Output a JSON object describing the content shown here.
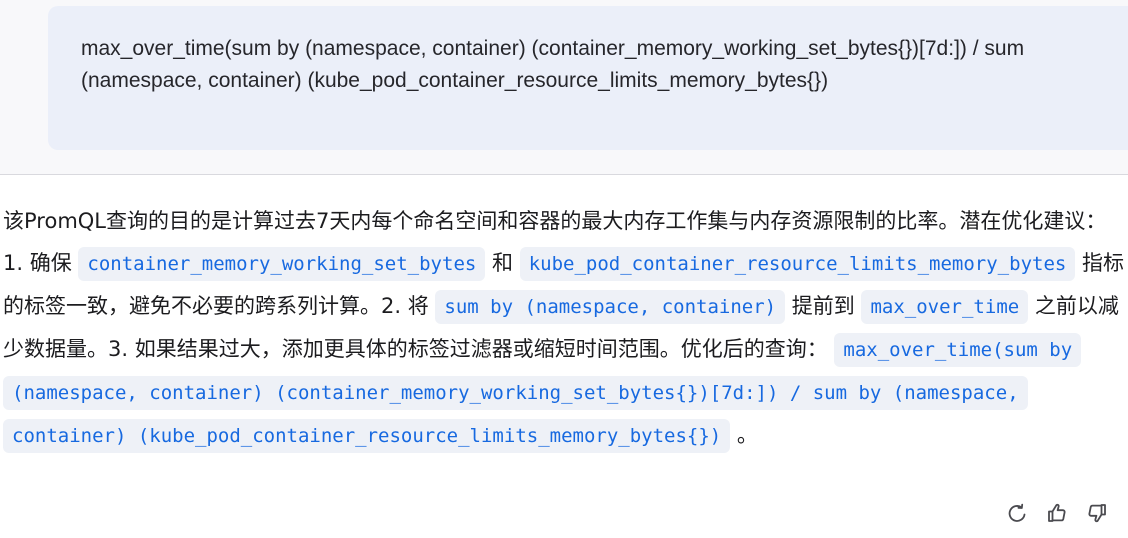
{
  "user_message": {
    "text": "max_over_time(sum by (namespace, container) (container_memory_working_set_bytes{})[7d:]) / sum (namespace, container) (kube_pod_container_resource_limits_memory_bytes{})"
  },
  "assistant_message": {
    "t1": "该PromQL查询的目的是计算过去7天内每个命名空间和容器的最大内存工作集与内存资源限制的比率。潜在优化建议：1. 确保 ",
    "c1": "container_memory_working_set_bytes",
    "t2": " 和 ",
    "c2": "kube_pod_container_resource_limits_memory_bytes",
    "t3": " 指标的标签一致，避免不必要的跨系列计算。2. 将 ",
    "c3": "sum by (namespace, container)",
    "t4": " 提前到 ",
    "c4": "max_over_time",
    "t5": " 之前以减少数据量。3. 如果结果过大，添加更具体的标签过滤器或缩短时间范围。优化后的查询： ",
    "c5": "max_over_time(sum by (namespace, container) (container_memory_working_set_bytes{})[7d:]) / sum by (namespace, container) (kube_pod_container_resource_limits_memory_bytes{})",
    "t6": " 。"
  },
  "actions": {
    "regenerate_icon": "refresh-icon",
    "like_icon": "thumbs-up-icon",
    "dislike_icon": "thumbs-down-icon"
  },
  "colors": {
    "code_text": "#1769e0",
    "code_background": "#eef1f7",
    "bubble_background": "#ebeff9"
  }
}
